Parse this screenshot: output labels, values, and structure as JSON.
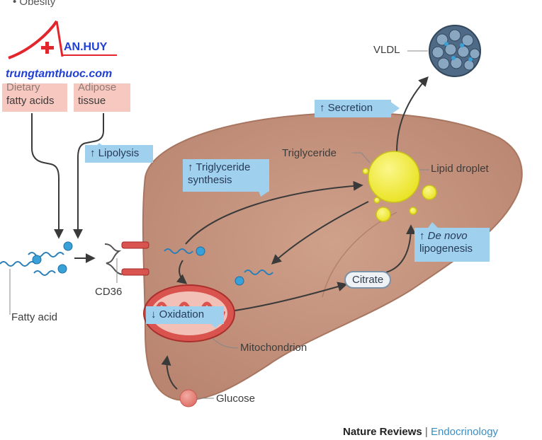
{
  "logo": {
    "brand": "AN.HUY",
    "site": "trungtamthuoc.com"
  },
  "top_partial": "• Obesity",
  "sources": [
    {
      "line1": "Dietary",
      "line2": "fatty acids"
    },
    {
      "line1": "Adipose",
      "line2": "tissue"
    }
  ],
  "labels": {
    "vldl": "VLDL",
    "triglyceride": "Triglyceride",
    "lipid_droplet": "Lipid droplet",
    "citrate": "Citrate",
    "cd36": "CD36",
    "fatty_acid": "Fatty acid",
    "mitochondrion": "Mitochondrion",
    "glucose": "Glucose"
  },
  "processes": {
    "secretion": "Secretion",
    "lipolysis": "Lipolysis",
    "tg_synthesis_1": "Triglyceride",
    "tg_synthesis_2": "synthesis",
    "denovo_1": "De novo",
    "denovo_2": "lipogenesis",
    "oxidation": "Oxidation"
  },
  "footer": {
    "journal": "Nature Reviews",
    "separator": "|",
    "section": "Endocrinology"
  },
  "colors": {
    "liver": "#c6957d",
    "liver_edge": "#a87660",
    "callout": "#9fd0ee",
    "source_box": "#f7c8c0",
    "lipid": "#f4ef3f",
    "mitochondrion": "#d9534f",
    "fatty_acid": "#3aa0d8",
    "logo_red": "#e2262c",
    "logo_blue": "#1f3fd6"
  }
}
